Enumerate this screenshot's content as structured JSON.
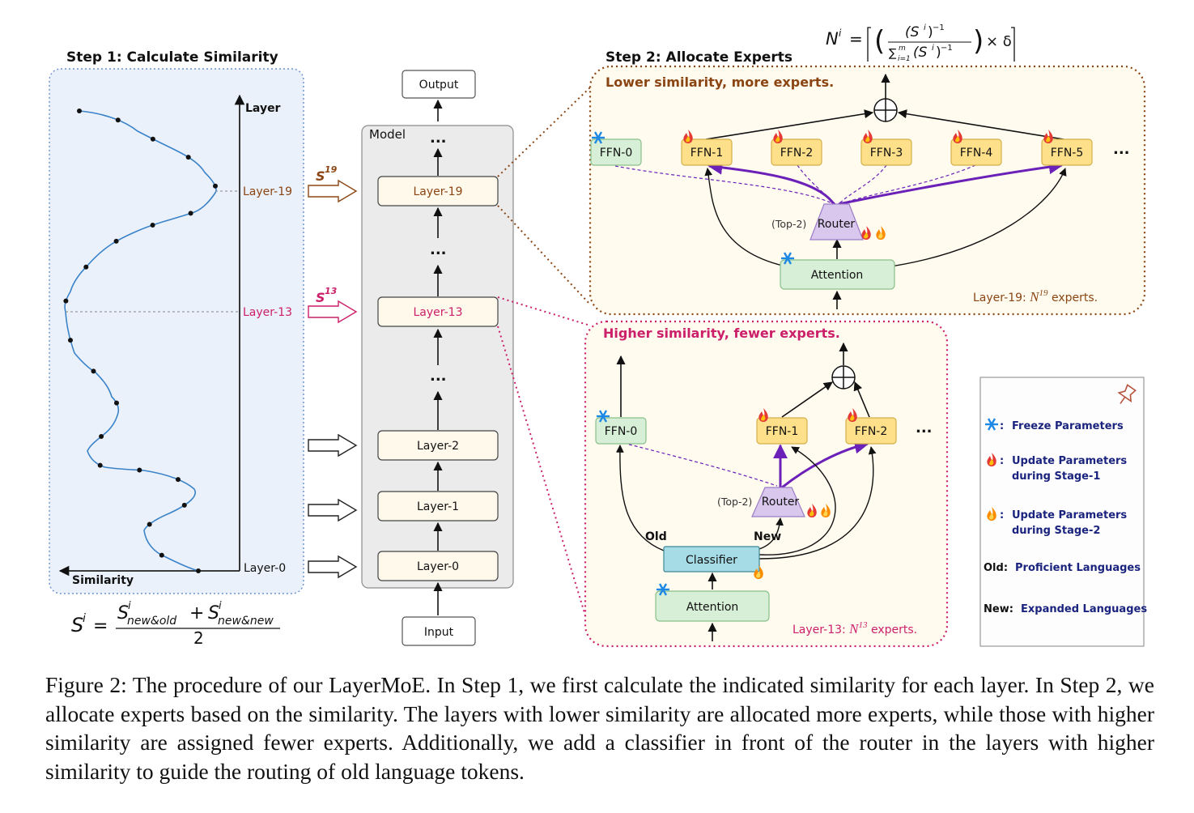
{
  "step1": {
    "title": "Step 1: Calculate Similarity",
    "axis_layer": "Layer",
    "axis_similarity": "Similarity",
    "label_layer19": "Layer-19",
    "label_layer13": "Layer-13",
    "label_layer0": "Layer-0",
    "formula": {
      "lhs": "S",
      "lhs_sup": "i",
      "num_a": "S",
      "num_a_sup": "i",
      "num_a_sub": "new&old",
      "plus": "+",
      "num_b": "S",
      "num_b_sup": "i",
      "num_b_sub": "new&new",
      "den": "2"
    },
    "arrow_s19": "S",
    "arrow_s19_sup": "19",
    "arrow_s13": "S",
    "arrow_s13_sup": "13"
  },
  "model": {
    "title": "Model",
    "output": "Output",
    "input": "Input",
    "dots": "...",
    "layers": [
      "Layer-19",
      "Layer-13",
      "Layer-2",
      "Layer-1",
      "Layer-0"
    ]
  },
  "step2": {
    "title": "Step 2: Allocate Experts",
    "formula": {
      "lhs": "N",
      "lhs_sup": "i",
      "eq": "=",
      "num": "(S",
      "num_sup": "i",
      "num_tail": ")",
      "num_exp": "−1",
      "den_sum": "∑",
      "den_sum_sup": "m",
      "den_sum_sub": "i=1",
      "den": "(S",
      "den_sup": "i",
      "den_tail": ")",
      "den_exp": "−1",
      "times": "× δ"
    },
    "upper": {
      "heading": "Lower similarity, more experts.",
      "ffns": [
        "FFN-0",
        "FFN-1",
        "FFN-2",
        "FFN-3",
        "FFN-4",
        "FFN-5"
      ],
      "ellipsis": "...",
      "router_prefix": "(Top-2)",
      "router": "Router",
      "attention": "Attention",
      "footer_prefix": "Layer-19: ",
      "footer_n": "N",
      "footer_sup": "19",
      "footer_suffix": " experts."
    },
    "lower": {
      "heading": "Higher similarity, fewer experts.",
      "ffns": [
        "FFN-0",
        "FFN-1",
        "FFN-2"
      ],
      "ellipsis": "...",
      "router_prefix": "(Top-2)",
      "router": "Router",
      "classifier": "Classifier",
      "old": "Old",
      "new": "New",
      "attention": "Attention",
      "footer_prefix": "Layer-13: ",
      "footer_n": "N",
      "footer_sup": "13",
      "footer_suffix": " experts."
    }
  },
  "legend": {
    "freeze_sep": ":",
    "freeze": "Freeze Parameters",
    "stage1_line1": "Update Parameters",
    "stage1_line2": "during Stage-1",
    "stage2_line1": "Update Parameters",
    "stage2_line2": "during Stage-2",
    "old_key": "Old:",
    "old_val": "Proficient Languages",
    "new_key": "New:",
    "new_val": "Expanded Languages"
  },
  "colors": {
    "brown": "#8B4513",
    "magenta": "#CC1F6A",
    "purple": "#6B21B8",
    "navy": "#1A237E",
    "ice": "#1E88E5",
    "left_bg": "#EAF1FB",
    "ffn_fill": "#FFE08A",
    "green_fill": "#D7EFD7",
    "router_fill": "#D9C7EE",
    "classifier_fill": "#A6DCE6"
  },
  "caption": "Figure 2: The procedure of our LayerMoE. In Step 1, we first calculate the indicated similarity for each layer. In Step 2, we allocate experts based on the similarity. The layers with lower similarity are allocated more experts, while those with higher similarity are assigned fewer experts. Additionally, we add a classifier in front of the router in the layers with higher similarity to guide the routing of old language tokens."
}
